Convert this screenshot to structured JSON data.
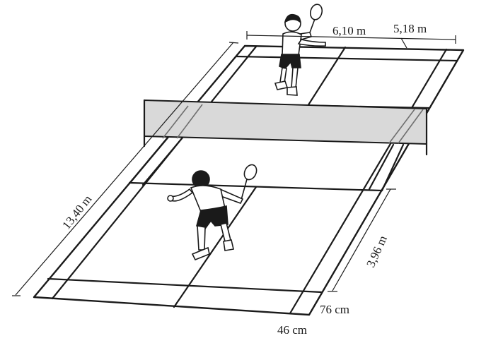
{
  "dimensions": {
    "court_width": "6,10 m",
    "singles_width": "5,18 m",
    "court_length": "13,40 m",
    "service_depth": "3,96 m",
    "doubles_long_service": "76 cm",
    "side_alley": "46 cm"
  },
  "figures": [
    "far-player",
    "near-player",
    "racket-icon",
    "shuttlecock-net"
  ],
  "colors": {
    "ink": "#1a1a1a",
    "net_fill": "#d9d9d9",
    "skin": "#ffffff"
  }
}
